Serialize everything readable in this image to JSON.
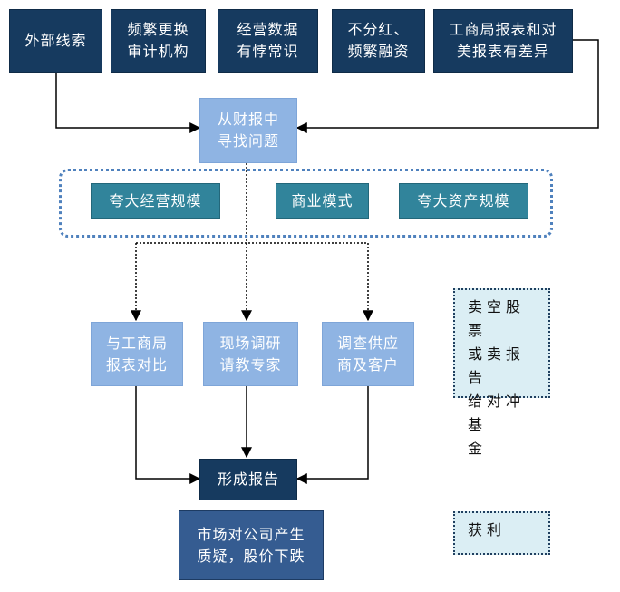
{
  "top_sources": [
    {
      "label": "外部线索"
    },
    {
      "label": "频繁更换\n审计机构"
    },
    {
      "label": "经营数据\n有悖常识"
    },
    {
      "label": "不分红、\n频繁融资"
    },
    {
      "label": "工商局报表和对\n美报表有差异"
    }
  ],
  "analysis": {
    "label": "从财报中\n寻找问题"
  },
  "issues": [
    {
      "label": "夸大经营规模"
    },
    {
      "label": "商业模式"
    },
    {
      "label": "夸大资产规模"
    }
  ],
  "investigations": [
    {
      "label": "与工商局\n报表对比"
    },
    {
      "label": "现场调研\n请教专家"
    },
    {
      "label": "调查供应\n商及客户"
    }
  ],
  "report": {
    "label": "形成报告"
  },
  "outcome": {
    "label": "市场对公司产生\n质疑，股价下跌"
  },
  "side_notes": [
    {
      "label": "卖空股票\n或卖报告\n给对冲基\n金"
    },
    {
      "label": "获利"
    }
  ],
  "colors": {
    "dark_box": "#163a5f",
    "light_box": "#8fb4e3",
    "teal_box": "#31849b",
    "outcome_box": "#355c91",
    "side_note_bg": "#dbeef4",
    "group_border": "#4f81bd"
  }
}
